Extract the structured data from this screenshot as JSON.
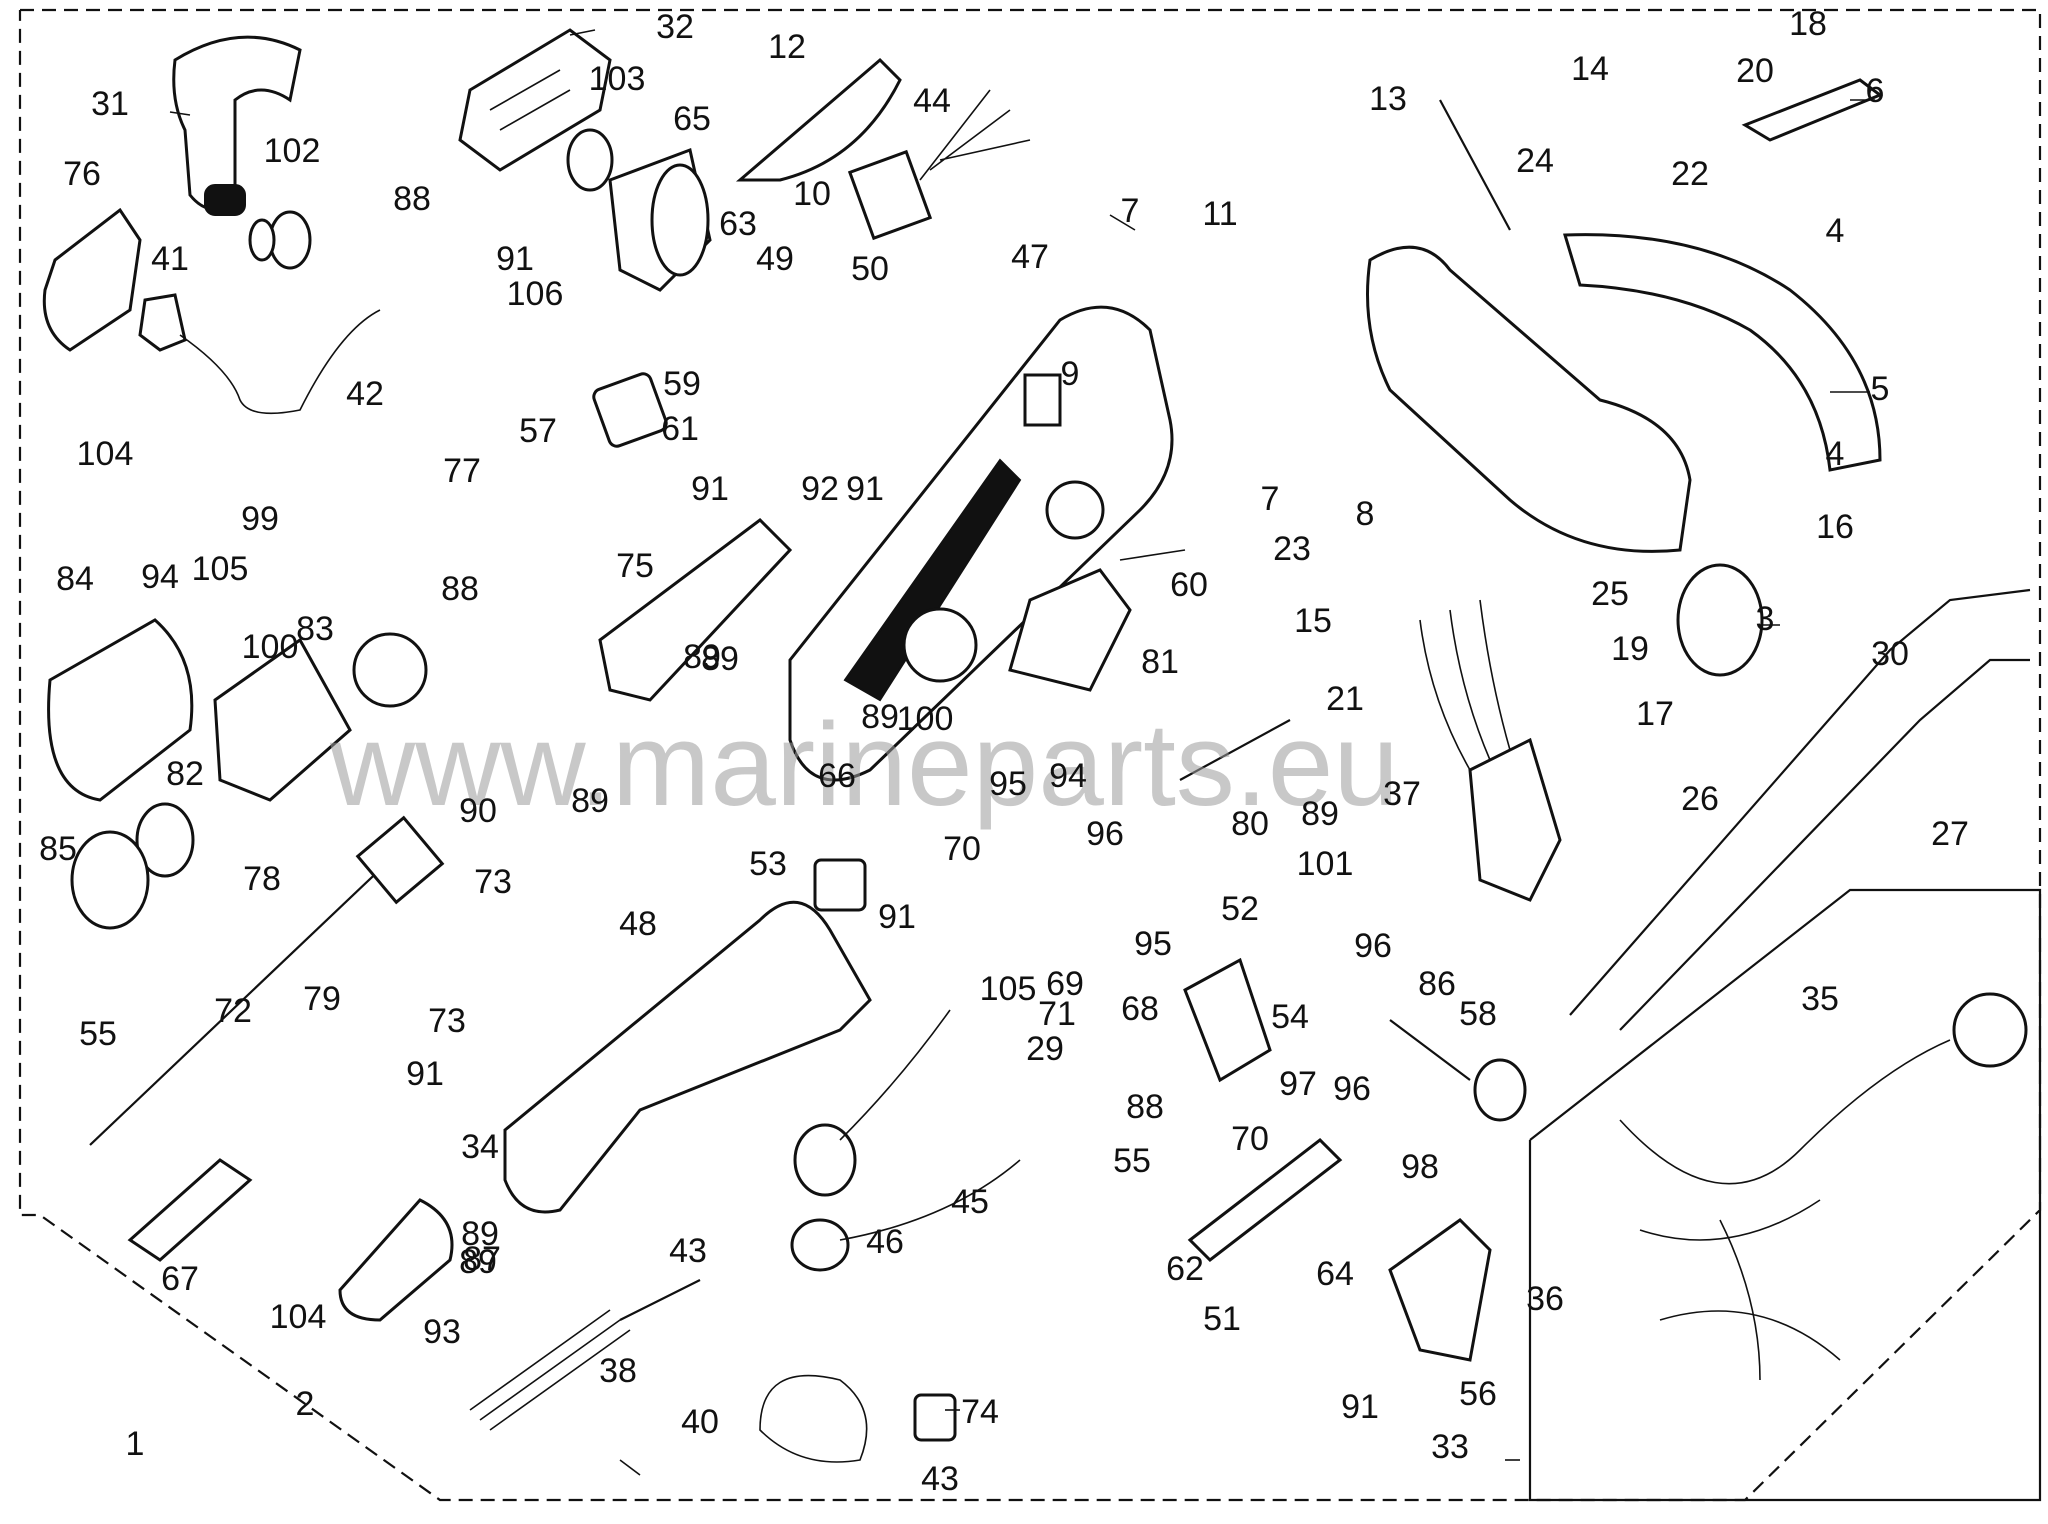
{
  "watermark": "www.marineparts.eu",
  "callouts": [
    "1",
    "2",
    "3",
    "4",
    "4",
    "5",
    "6",
    "7",
    "7",
    "8",
    "9",
    "10",
    "11",
    "12",
    "13",
    "14",
    "15",
    "16",
    "17",
    "18",
    "19",
    "20",
    "21",
    "22",
    "23",
    "24",
    "25",
    "26",
    "27",
    "29",
    "30",
    "31",
    "32",
    "33",
    "34",
    "35",
    "36",
    "37",
    "38",
    "40",
    "41",
    "42",
    "43",
    "43",
    "44",
    "45",
    "46",
    "47",
    "48",
    "49",
    "50",
    "51",
    "52",
    "53",
    "54",
    "55",
    "55",
    "56",
    "57",
    "58",
    "59",
    "60",
    "61",
    "62",
    "63",
    "64",
    "65",
    "66",
    "67",
    "68",
    "69",
    "70",
    "70",
    "71",
    "72",
    "73",
    "73",
    "74",
    "75",
    "76",
    "77",
    "78",
    "79",
    "80",
    "81",
    "82",
    "83",
    "84",
    "85",
    "86",
    "87",
    "88",
    "88",
    "88",
    "89",
    "89",
    "89",
    "89",
    "89",
    "89",
    "89",
    "90",
    "91",
    "91",
    "91",
    "91",
    "91",
    "91",
    "92",
    "93",
    "94",
    "94",
    "95",
    "95",
    "96",
    "96",
    "96",
    "97",
    "98",
    "99",
    "100",
    "100",
    "101",
    "102",
    "103",
    "104",
    "104",
    "105",
    "105",
    "106"
  ],
  "colors": {
    "ink": "#111111",
    "paper": "#ffffff",
    "watermark": "#9a9a9a"
  }
}
